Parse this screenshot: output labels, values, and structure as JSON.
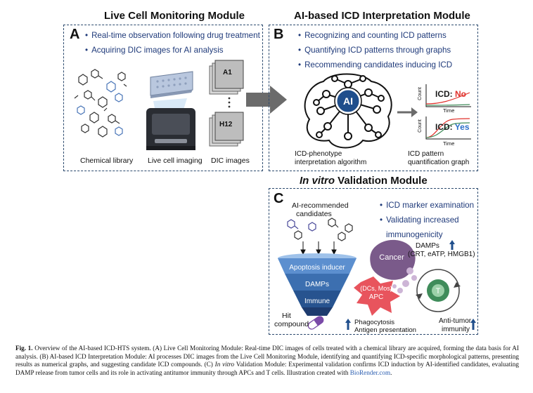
{
  "titles": {
    "live": "Live Cell Monitoring Module",
    "ai": "AI-based ICD Interpretation Module",
    "validation_italic": "In vitro",
    "validation_rest": " Validation Module"
  },
  "panelA": {
    "letter": "A",
    "bullets": [
      "Real-time observation following drug treatment",
      "Acquiring DIC images for AI analysis"
    ],
    "labels": [
      "Chemical library",
      "Live cell imaging",
      "DIC images"
    ],
    "well_top": "A1",
    "well_bottom": "H12"
  },
  "panelB": {
    "letter": "B",
    "bullets": [
      "Recognizing and counting ICD patterns",
      "Quantifying ICD patterns through graphs",
      "Recommending candidates inducing ICD"
    ],
    "ai_label": "AI",
    "algo_label_1": "ICD-phenotype",
    "algo_label_2": "interpretation algorithm",
    "graph_label_1": "ICD pattern",
    "graph_label_2": "quantification graph",
    "graph1_prefix": "ICD:",
    "graph1_value": "No",
    "graph2_prefix": "ICD:",
    "graph2_value": "Yes",
    "count_axis": "Count",
    "time_axis": "Time"
  },
  "panelC": {
    "letter": "C",
    "candidates_1": "AI-recommended",
    "candidates_2": "candidates",
    "bullets": [
      "ICD marker examination",
      "Validating increased"
    ],
    "bullet_cont": "immunogenicity",
    "funnel": [
      "Apoptosis inducer",
      "DAMPs",
      "Immune"
    ],
    "hit_1": "Hit",
    "hit_2": "compound",
    "cancer": "Cancer",
    "damps_1": "DAMPs",
    "damps_2": "(CRT, eATP, HMGB1)",
    "apc_1": "(DCs, Mos)",
    "apc_2": "APC",
    "tcell": "T",
    "phago_1": "Phagocytosis",
    "phago_2": "Antigen presentation",
    "antitumor_1": "Anti-tumor",
    "antitumor_2": "immunity"
  },
  "caption": {
    "figno": "Fig. 1.",
    "text_1": " Overview of the AI-based ICD-HTS system. (A) Live Cell Monitoring Module: Real-time DIC images of cells treated with a chemical library are acquired, forming the data basis for AI analysis. (B) AI-based ICD Interpretation Module: AI processes DIC images from the Live Cell Monitoring Module, identifying and quantifying ICD-specific morphological patterns, presenting results as numerical graphs, and suggesting candidate ICD compounds. (C) ",
    "italic": "In vitro",
    "text_2": " Validation Module: Experimental validation confirms ICD induction by AI-identified candidates, evaluating DAMP release from tumor cells and its role in activating antitumor immunity through APCs and T cells. Illustration created with ",
    "link": "BioRender.com",
    "end": "."
  },
  "colors": {
    "panel_border": "#2c4a6e",
    "bullet_text": "#1f3a7a",
    "funnel_dark": "#1d3b6e",
    "funnel_light": "#5c8fcf",
    "cancer": "#7a5a8a",
    "apc": "#e8545d",
    "tcell": "#3f8c5a",
    "no": "#e0312b",
    "yes": "#2a6fc9",
    "arrow_grey": "#6b6b6b"
  }
}
